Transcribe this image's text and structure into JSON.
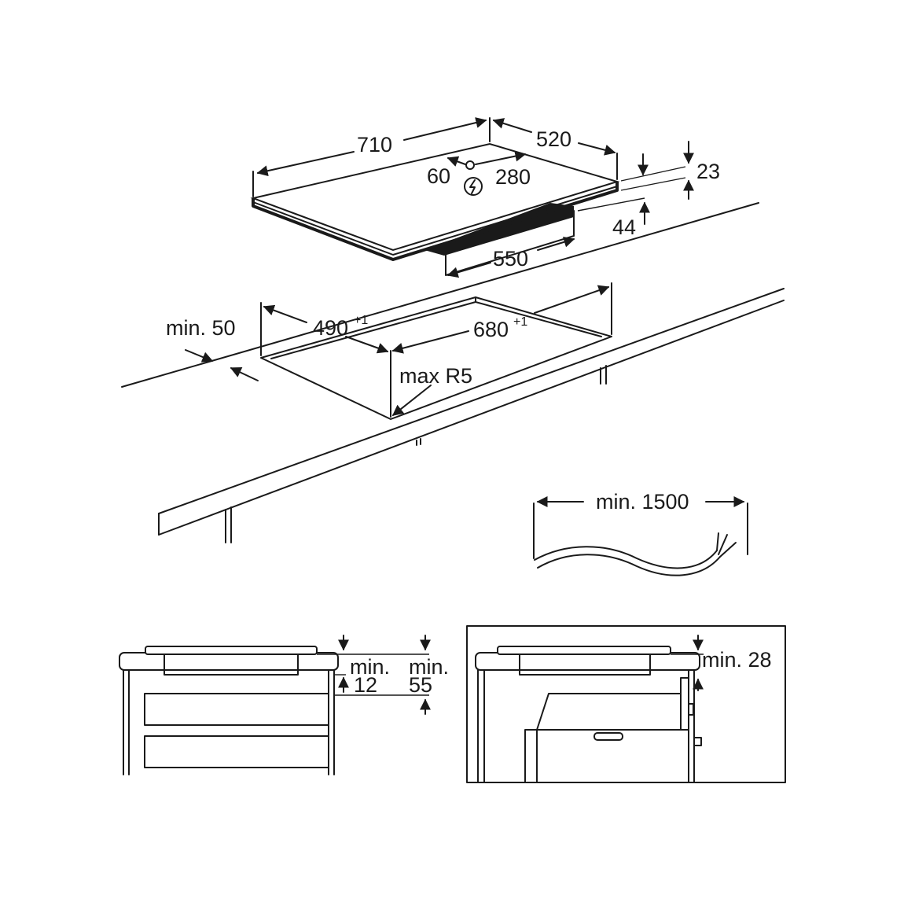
{
  "hob": {
    "width": "710",
    "depth": "520",
    "cable_offset_side": "60",
    "cable_offset_rear": "280",
    "glass_thickness": "23",
    "built_in_height": "44",
    "base_depth": "550",
    "power_symbol": "electric-connection-icon"
  },
  "cutout": {
    "depth": "490",
    "depth_tolerance": "+1",
    "width": "680",
    "width_tolerance": "+1",
    "front_distance": "min. 50",
    "corner_radius": "max R5"
  },
  "cable": {
    "length": "min. 1500"
  },
  "section_drawer": {
    "gap_label_1": "min.",
    "gap_value_1": "12",
    "gap_label_2": "min.",
    "gap_value_2": "55"
  },
  "section_oven": {
    "gap": "min. 28"
  }
}
